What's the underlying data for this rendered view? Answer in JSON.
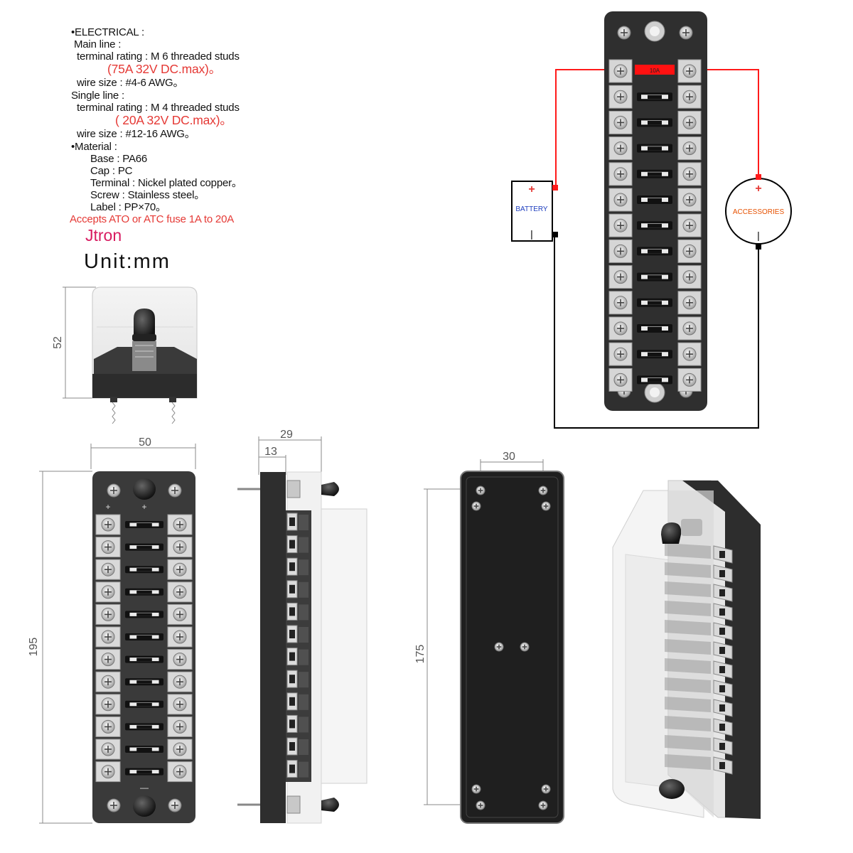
{
  "spec": {
    "lines": [
      {
        "text": "•ELECTRICAL :",
        "style": "normal"
      },
      {
        "text": "Main line :",
        "style": "normal"
      },
      {
        "text": "terminal rating : M 6 threaded studs",
        "style": "normal"
      },
      {
        "text": "(75A 32V DC.max)。",
        "style": "red-big"
      },
      {
        "text": "wire size : #4-6 AWG。",
        "style": "normal"
      },
      {
        "text": "Single line :",
        "style": "normal"
      },
      {
        "text": "terminal rating : M 4 threaded studs",
        "style": "normal"
      },
      {
        "text": "( 20A 32V DC.max)。",
        "style": "red-big"
      },
      {
        "text": "wire size : #12-16 AWG。",
        "style": "normal"
      },
      {
        "text": "•Material :",
        "style": "normal"
      },
      {
        "text": "Base : PA66",
        "style": "normal"
      },
      {
        "text": "Cap : PC",
        "style": "normal"
      },
      {
        "text": "Terminal : Nickel plated copper。",
        "style": "normal"
      },
      {
        "text": "Screw : Stainless steel。",
        "style": "normal"
      },
      {
        "text": "Label : PP×70。",
        "style": "normal"
      },
      {
        "text": "Accepts ATO or ATC fuse  1A to 20A",
        "style": "red"
      }
    ]
  },
  "brand": "Jtron",
  "unit": "Unit:mm",
  "wiring": {
    "fuse_label": "10A",
    "battery_label": "BATTERY",
    "accessories_label": "ACCESSORIES",
    "plus": "+",
    "minus": "—",
    "minus_vertical": "|",
    "wire_positive_color": "#ff1a1a",
    "wire_negative_color": "#000000"
  },
  "dimensions": {
    "height_side": "52",
    "front_width": "50",
    "front_height": "195",
    "side_depth": "29",
    "side_offset": "13",
    "back_hole_spacing": "30",
    "back_height": "175"
  },
  "colors": {
    "body": "#2b2b2b",
    "terminal": "#d9d9d9",
    "accent_red": "#e53935",
    "brand": "#d81b60"
  },
  "fuse_count": 12
}
